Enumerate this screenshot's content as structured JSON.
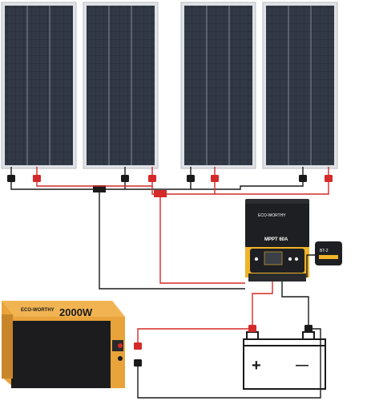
{
  "colors": {
    "panel_cell": "#2a2f38",
    "panel_frame": "#cfd3d8",
    "wire_red": "#d42a2a",
    "wire_black": "#1a1a1a",
    "inverter_orange": "#e8a33a",
    "controller_body": "#1e1f22",
    "controller_accent": "#f0b429"
  },
  "controller": {
    "brand": "ECO-WORTHY",
    "model": "MPPT 60A"
  },
  "inverter": {
    "brand": "ECO-WORTHY",
    "power": "2000W"
  },
  "wifi_module": {
    "label": "BT-2"
  },
  "battery": {
    "positive": "+",
    "negative": "—"
  },
  "icons": {
    "connector_positive": "plus-connector-icon",
    "connector_negative": "minus-connector-icon"
  }
}
